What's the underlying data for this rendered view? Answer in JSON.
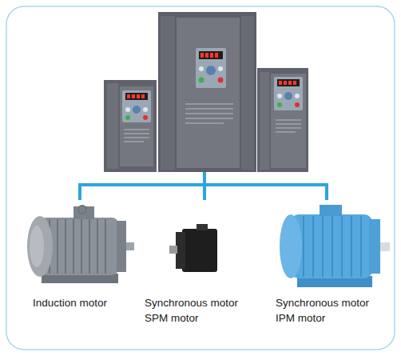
{
  "diagram": {
    "labels": [
      "Induction motor",
      "Synchronous motor SPM motor",
      "Synchronous motor IPM motor"
    ]
  }
}
